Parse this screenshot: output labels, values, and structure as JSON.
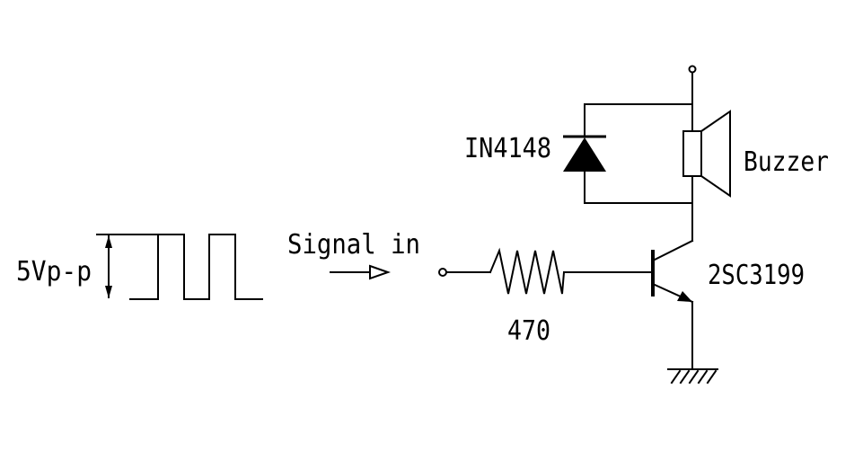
{
  "labels": {
    "amplitude": "5Vp-p",
    "signal_in": "Signal in",
    "resistor_value": "470",
    "diode_part": "IN4148",
    "transistor_part": "2SC3199",
    "buzzer": "Buzzer"
  },
  "colors": {
    "ink": "#000000",
    "background": "#ffffff"
  },
  "components": {
    "diode_icon": "diode-symbol",
    "resistor_icon": "zigzag-resistor",
    "transistor_icon": "npn-transistor",
    "buzzer_icon": "speaker-symbol",
    "ground_icon": "ground-symbol"
  }
}
